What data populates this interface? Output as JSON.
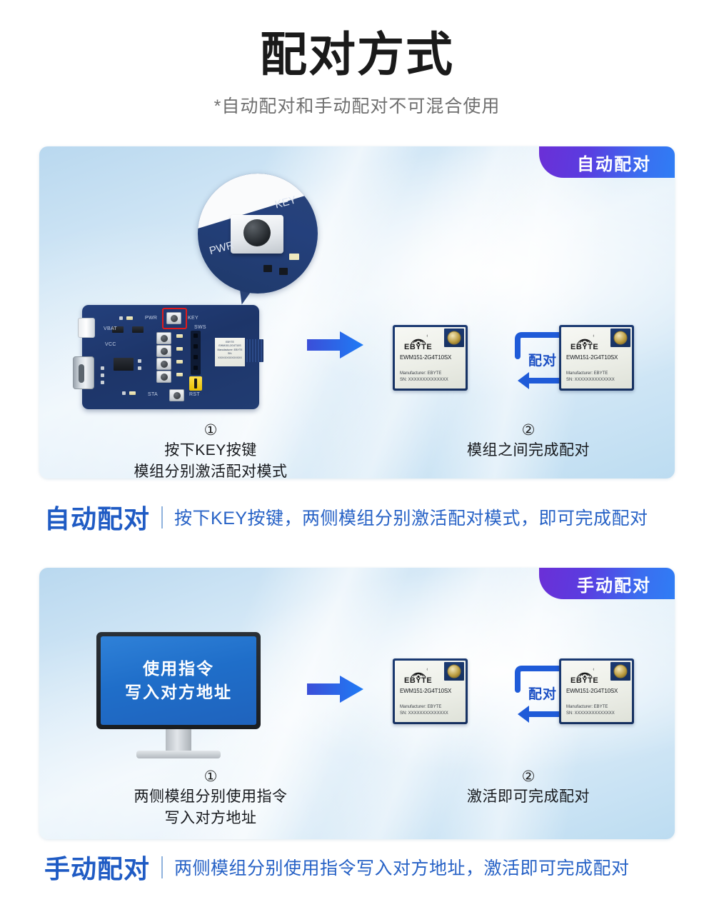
{
  "header": {
    "title": "配对方式",
    "subtitle": "*自动配对和手动配对不可混合使用"
  },
  "colors": {
    "badge_gradient_start": "#6b2fd6",
    "badge_gradient_end": "#2f7df5",
    "summary_blue": "#1f5bc4",
    "summary_text_blue": "#2762c6",
    "arrow_blue": "#2a5fe0",
    "board_navy": "#1d3569",
    "highlight_red": "#e01b1b",
    "screen_blue": "#1f6ec9"
  },
  "sections": [
    {
      "badge": "自动配对",
      "board": {
        "labels": {
          "pwr": "PWR",
          "key": "KEY",
          "vbat": "VBAT",
          "vcc": "VCC",
          "sws": "SWS",
          "sta": "STA",
          "rst": "RST"
        },
        "onboard_module": {
          "brand": "EBYTE",
          "part": "EWM151-2G4T10S",
          "mfr": "Manufacturer: EBYTE",
          "sn": "SN: XXXXXXXXXXXXXX"
        },
        "callout": {
          "pwr": "PWR",
          "key": "KEY"
        }
      },
      "modules": [
        {
          "brand": "EBYTE",
          "part": "EWM151-2G4T10SX",
          "mfr": "Manufacturer: EBYTE",
          "sn": "SN: XXXXXXXXXXXXXX"
        },
        {
          "brand": "EBYTE",
          "part": "EWM151-2G4T10SX",
          "mfr": "Manufacturer: EBYTE",
          "sn": "SN: XXXXXXXXXXXXXX"
        }
      ],
      "pair_label": "配对",
      "steps": [
        {
          "num": "①",
          "line1": "按下KEY按键",
          "line2": "模组分别激活配对模式"
        },
        {
          "num": "②",
          "line1": "模组之间完成配对",
          "line2": ""
        }
      ],
      "summary": {
        "strong": "自动配对",
        "text": "按下KEY按键，两侧模组分别激活配对模式，即可完成配对"
      }
    },
    {
      "badge": "手动配对",
      "monitor": {
        "line1": "使用指令",
        "line2": "写入对方地址"
      },
      "modules": [
        {
          "brand": "EBYTE",
          "part": "EWM151-2G4T10SX",
          "mfr": "Manufacturer: EBYTE",
          "sn": "SN: XXXXXXXXXXXXXX"
        },
        {
          "brand": "EBYTE",
          "part": "EWM151-2G4T10SX",
          "mfr": "Manufacturer: EBYTE",
          "sn": "SN: XXXXXXXXXXXXXX"
        }
      ],
      "pair_label": "配对",
      "steps": [
        {
          "num": "①",
          "line1": "两侧模组分别使用指令",
          "line2": "写入对方地址"
        },
        {
          "num": "②",
          "line1": "激活即可完成配对",
          "line2": ""
        }
      ],
      "summary": {
        "strong": "手动配对",
        "text": "两侧模组分别使用指令写入对方地址，激活即可完成配对"
      }
    }
  ]
}
